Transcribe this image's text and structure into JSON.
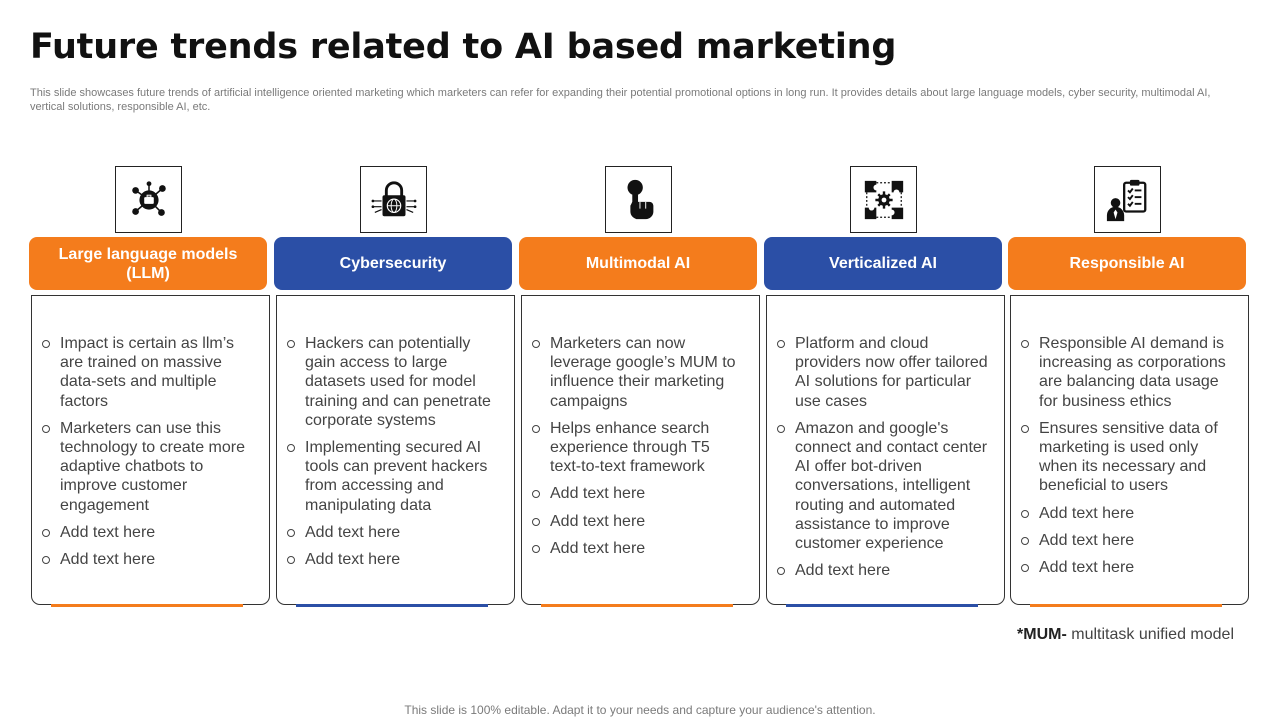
{
  "title": "Future trends related to AI based marketing",
  "subtitle": "This slide showcases future trends of artificial intelligence oriented marketing which marketers can refer for expanding their potential promotional options in long run. It provides details about large language models, cyber security, multimodal AI, vertical solutions, responsible AI, etc.",
  "colors": {
    "orange": "#f47c1c",
    "blue": "#2b4fa6"
  },
  "columns": [
    {
      "icon": "network-briefcase-icon",
      "header": "Large language models (LLM)",
      "color": "orange",
      "bullets": [
        "Impact is certain as llm’s are trained on massive data-sets and multiple factors",
        "Marketers can use this technology to create more adaptive chatbots to improve customer engagement",
        "Add text here",
        "Add text here"
      ]
    },
    {
      "icon": "padlock-globe-icon",
      "header": "Cybersecurity",
      "color": "blue",
      "bullets": [
        "Hackers can potentially gain access to large datasets used for model training and can penetrate corporate systems",
        "Implementing  secured AI tools can prevent hackers from accessing and manipulating data",
        "Add text here",
        "Add text here"
      ]
    },
    {
      "icon": "hand-pointer-icon",
      "header": "Multimodal AI",
      "color": "orange",
      "bullets": [
        "Marketers can now leverage google’s MUM to influence their marketing campaigns",
        "Helps enhance search experience through  T5 text-to-text framework",
        "Add text here",
        "Add text here",
        "Add text here"
      ]
    },
    {
      "icon": "puzzle-gear-icon",
      "header": "Verticalized AI",
      "color": "blue",
      "bullets": [
        "Platform and cloud providers now offer tailored AI solutions for particular use cases",
        "Amazon and google's connect and contact center AI offer bot-driven conversations, intelligent routing and automated assistance to improve customer experience",
        "Add text here"
      ]
    },
    {
      "icon": "person-clipboard-icon",
      "header": "Responsible AI",
      "color": "orange",
      "bullets": [
        "Responsible AI demand is increasing as corporations are balancing data usage for business ethics",
        "Ensures sensitive data of marketing is used only when its necessary and beneficial to users",
        "Add text here",
        "Add text here",
        "Add text here"
      ]
    }
  ],
  "footnote": {
    "term": "*MUM-",
    "definition": " multitask  unified model"
  },
  "footer": "This slide is 100% editable. Adapt it to your needs and capture your audience's attention."
}
